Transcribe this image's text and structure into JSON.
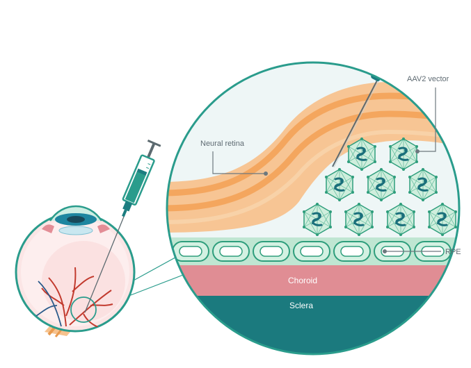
{
  "labels": {
    "neural_retina": "Neural retina",
    "aav2_vector": "AAV2 vector",
    "rpe": "RPE",
    "choroid": "Choroid",
    "sclera": "Sclera"
  },
  "colors": {
    "teal": "#2a9c8c",
    "dark_teal": "#1c7d80",
    "light_green": "#d7f0e4",
    "choroid_pink": "#e08d94",
    "sclera_teal": "#1b7a7e",
    "retina_orange": "#f6b67a",
    "line_gray": "#6d787e"
  },
  "icons": {
    "syringe": "syringe-icon",
    "eye": "eyeball-icon",
    "virus": "virus-capsid-icon"
  }
}
